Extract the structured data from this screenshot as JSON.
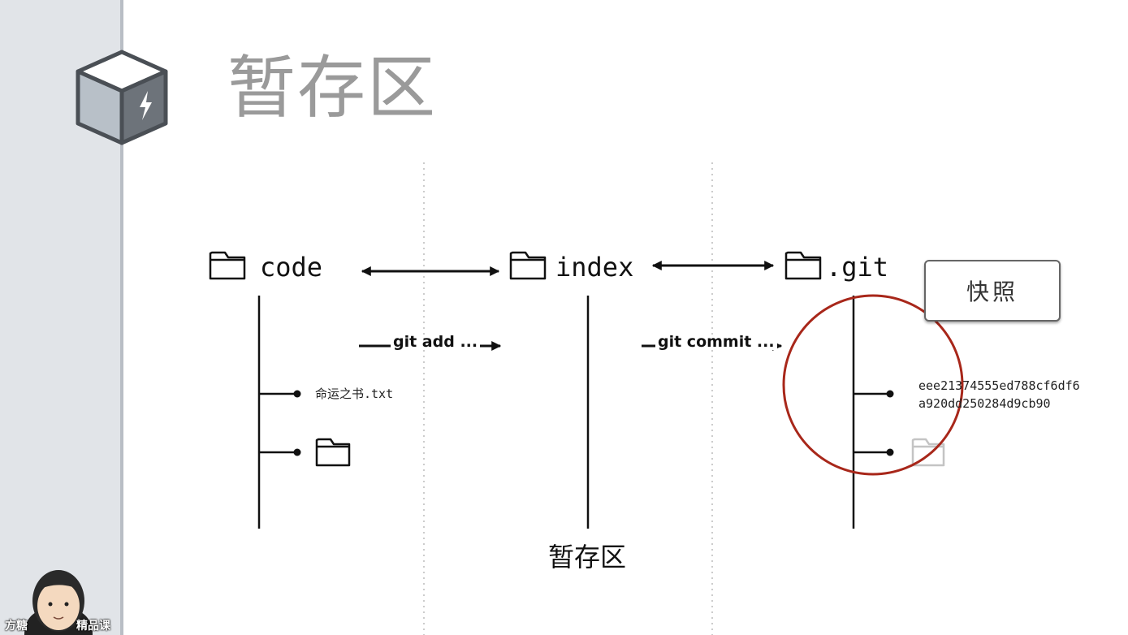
{
  "slide": {
    "title": "暂存区",
    "bottom_label": "暂存区",
    "snapshot_label": "快照"
  },
  "columns": {
    "code": "code",
    "index": "index",
    "git": ".git"
  },
  "commands": {
    "add": "git add ...",
    "commit": "git commit ..."
  },
  "code_tree": {
    "file": "命运之书.txt"
  },
  "git_tree": {
    "hash_line1": "eee21374555ed788cf6df6",
    "hash_line2": "a920dd250284d9cb90"
  },
  "branding": {
    "left": "方糖",
    "right": "精品课"
  },
  "colors": {
    "circle": "#a8271a",
    "title": "#9a9a9a",
    "sidebar": "#e1e4e8"
  }
}
